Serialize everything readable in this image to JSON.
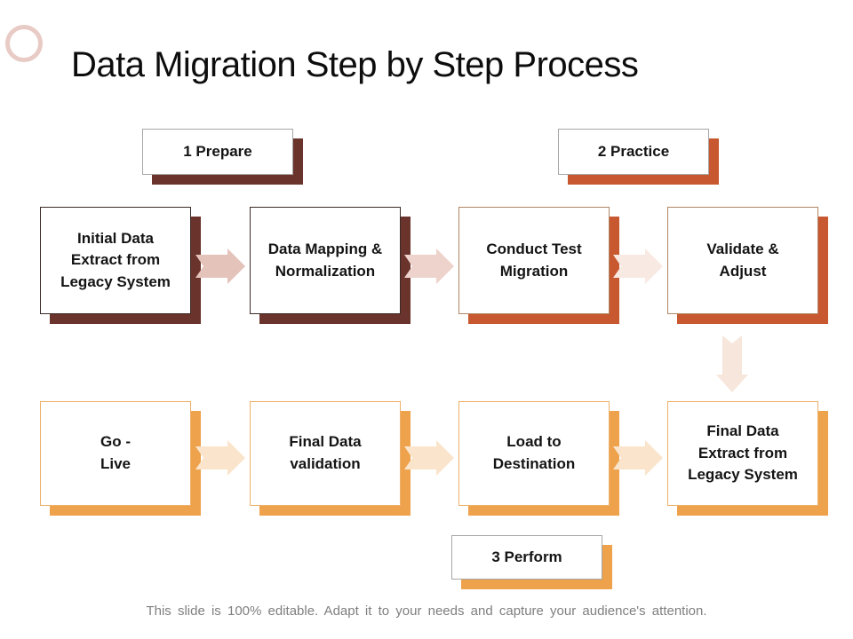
{
  "title": "Data Migration Step by Step Process",
  "group_labels": {
    "prepare": "1 Prepare",
    "practice": "2 Practice",
    "perform": "3 Perform"
  },
  "steps": {
    "row1": [
      "Initial Data\nExtract from\nLegacy System",
      "Data Mapping &\nNormalization",
      "Conduct Test\nMigration",
      "Validate &\nAdjust"
    ],
    "row2": [
      "Go -\nLive",
      "Final Data\nvalidation",
      "Load to\nDestination",
      "Final Data\nExtract from\nLegacy System"
    ]
  },
  "colors": {
    "circle_icon": "#e9cbc6",
    "maroon_shadow": "#6a332c",
    "rust_shadow": "#c7582f",
    "orange_shadow": "#efa24c",
    "dark_border": "#3a2a26",
    "tan_border": "#b08663",
    "light_orange_border": "#edb069",
    "gray_border": "#a6a6a6",
    "arrow_pink_1": "#e4c3bb",
    "arrow_pink_2": "#edd3cb",
    "arrow_pink_3": "#f8e9e2",
    "arrow_down": "#f7e6db",
    "arrow_peach": "#fae5cc"
  },
  "footer": "This slide is 100% editable. Adapt it to your needs and capture your audience's attention."
}
